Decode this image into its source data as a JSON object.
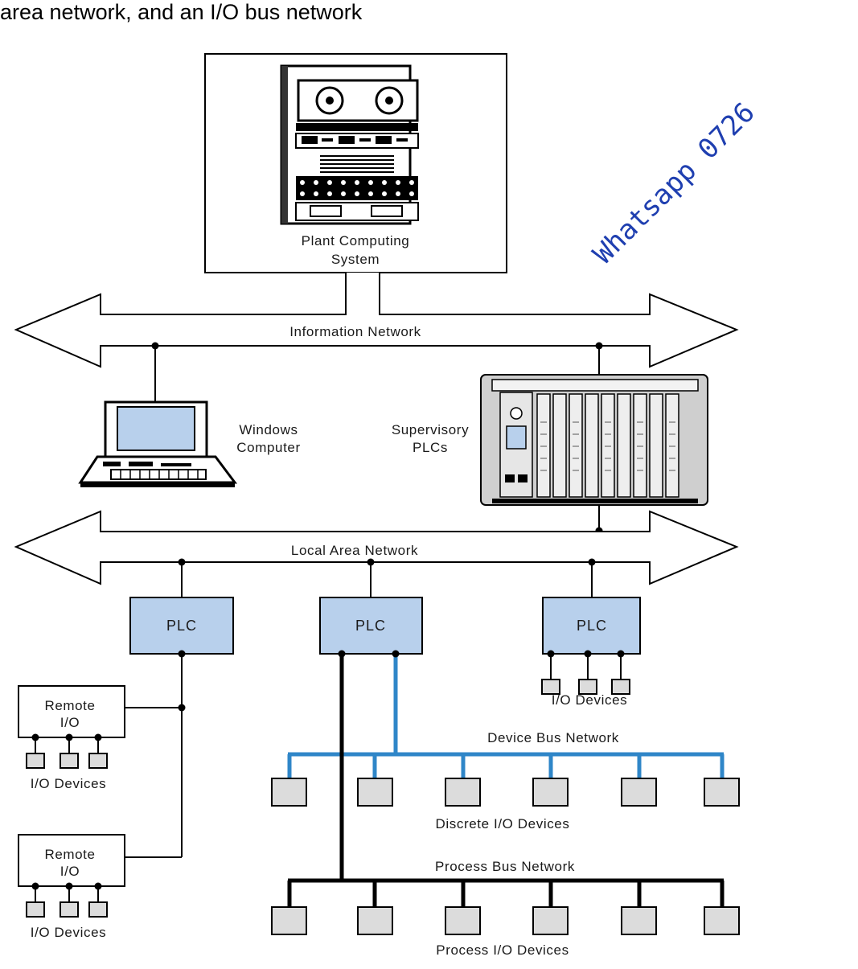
{
  "heading": "area network, and an I/O bus network",
  "watermark": "Whatsapp 0726",
  "plant": {
    "line1": "Plant Computing",
    "line2": "System"
  },
  "networks": {
    "information": "Information Network",
    "local_area": "Local Area Network",
    "device_bus": "Device Bus Network",
    "process_bus": "Process Bus Network"
  },
  "windows": {
    "line1": "Windows",
    "line2": "Computer"
  },
  "supervisory": {
    "line1": "Supervisory",
    "line2": "PLCs"
  },
  "plc_label": "PLC",
  "remote_io": {
    "line1": "Remote",
    "line2": "I/O"
  },
  "io_devices": "I/O Devices",
  "discrete_devices": "Discrete I/O Devices",
  "process_devices": "Process I/O Devices",
  "colors": {
    "plc_fill": "#b8d0ec",
    "device_bus": "#2f86c8",
    "device_fill": "#dcdcdc",
    "watermark": "#1f3fb0"
  }
}
